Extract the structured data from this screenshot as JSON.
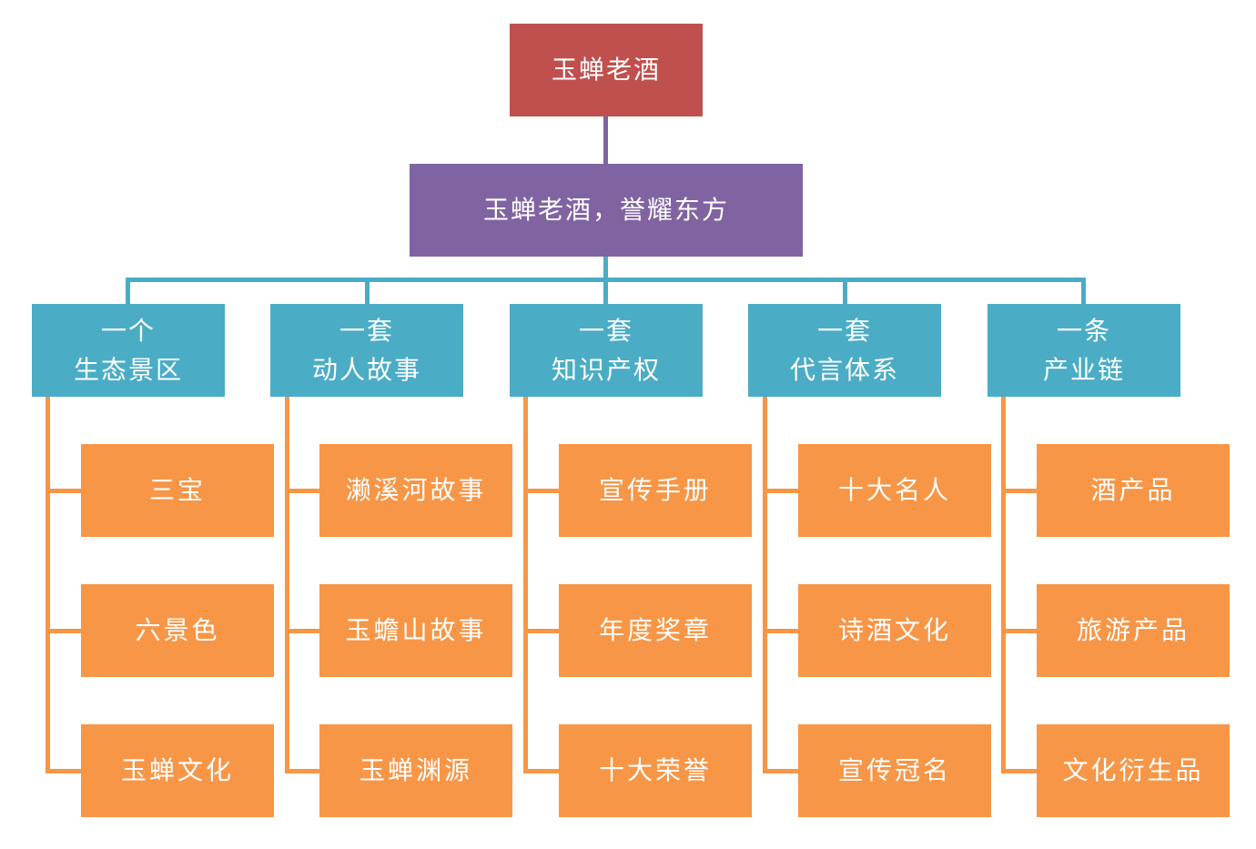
{
  "colors": {
    "root": "#c0504d",
    "slogan": "#8064a2",
    "category": "#4bacc6",
    "leaf": "#f79646",
    "connector_purple": "#8064a2",
    "connector_teal": "#4bacc6",
    "connector_orange": "#f79646"
  },
  "root": {
    "label": "玉蝉老酒"
  },
  "slogan": {
    "label": "玉蝉老酒，誉耀东方"
  },
  "categories": [
    {
      "line1": "一个",
      "line2": "生态景区",
      "children": [
        "三宝",
        "六景色",
        "玉蝉文化"
      ]
    },
    {
      "line1": "一套",
      "line2": "动人故事",
      "children": [
        "濑溪河故事",
        "玉蟾山故事",
        "玉蝉渊源"
      ]
    },
    {
      "line1": "一套",
      "line2": "知识产权",
      "children": [
        "宣传手册",
        "年度奖章",
        "十大荣誉"
      ]
    },
    {
      "line1": "一套",
      "line2": "代言体系",
      "children": [
        "十大名人",
        "诗酒文化",
        "宣传冠名"
      ]
    },
    {
      "line1": "一条",
      "line2": "产业链",
      "children": [
        "酒产品",
        "旅游产品",
        "文化衍生品"
      ]
    }
  ]
}
